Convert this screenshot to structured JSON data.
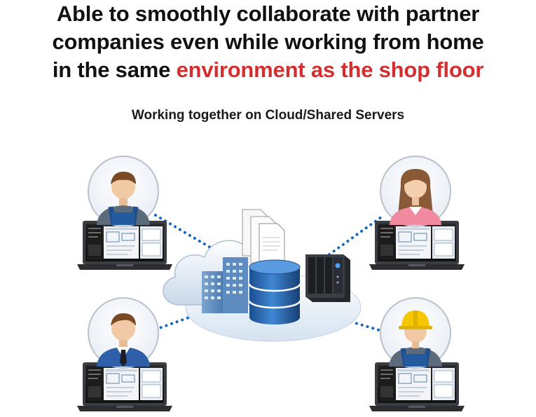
{
  "headline": {
    "line1": "Able to smoothly collaborate with partner",
    "line2": "companies even while working from home",
    "line3_plain": "in the same ",
    "line3_accent": "environment as the shop floor"
  },
  "subtitle": "Working together on Cloud/Shared Servers",
  "colors": {
    "accent": "#d32f2f",
    "connector": "#1565c0",
    "cloud": "#dfe9f5",
    "database": "#1f5fa8",
    "nas": "#2e3138"
  },
  "nodes": [
    {
      "id": "worker-top-left",
      "kind": "male-worker-overalls"
    },
    {
      "id": "worker-top-right",
      "kind": "female-office-worker"
    },
    {
      "id": "worker-bottom-left",
      "kind": "male-suit-tie"
    },
    {
      "id": "worker-bottom-right",
      "kind": "male-hardhat-worker"
    }
  ],
  "center": {
    "icons": [
      "cloud-icon",
      "building-icon",
      "document-stack-icon",
      "database-icon",
      "nas-server-icon"
    ]
  }
}
